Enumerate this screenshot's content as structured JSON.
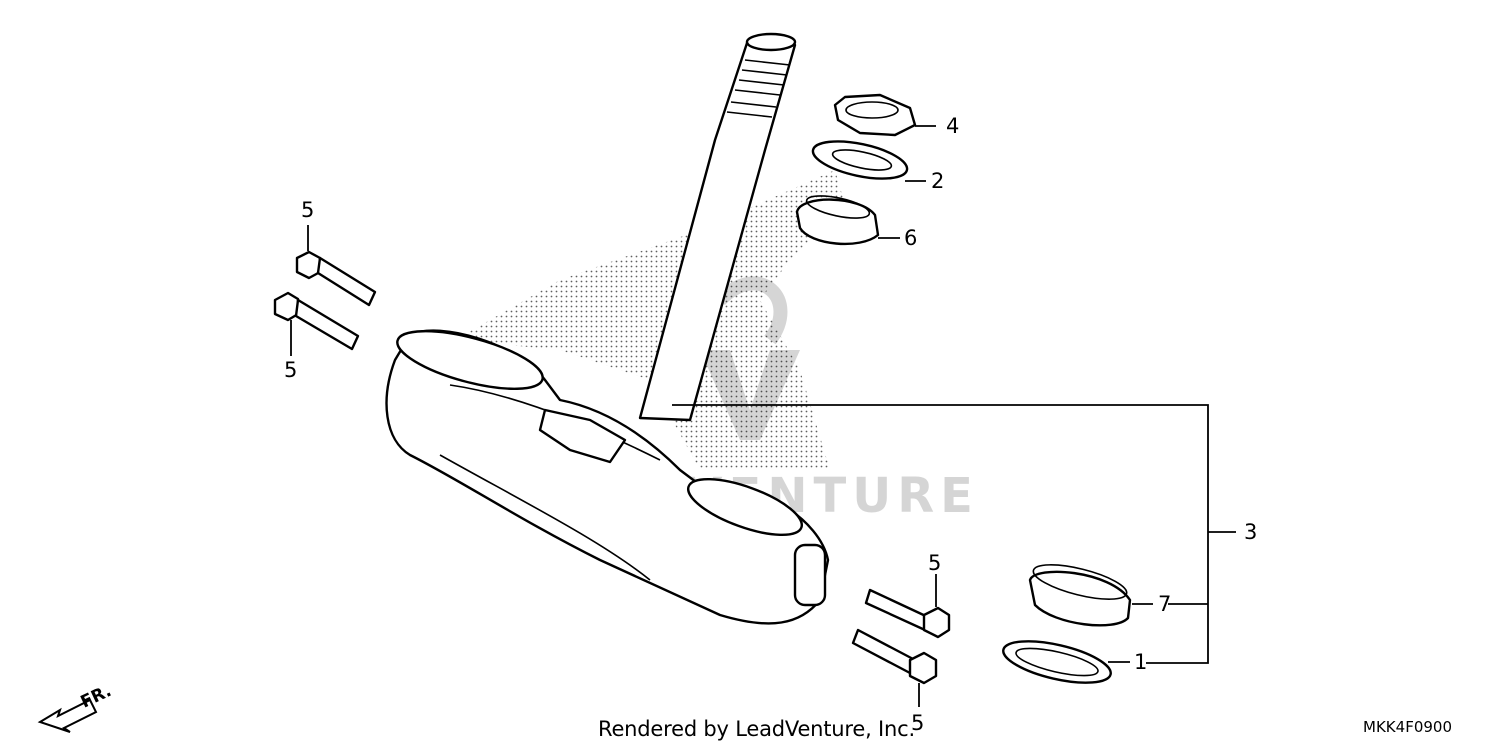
{
  "diagram": {
    "callouts": {
      "c1": "1",
      "c2": "2",
      "c3": "3",
      "c4": "4",
      "c5_top": "5",
      "c5_upper": "5",
      "c5_mid": "5",
      "c5_bottom": "5",
      "c6": "6",
      "c7": "7"
    },
    "watermark": "LEADVENTURE",
    "front_marker": "FR."
  },
  "footer": {
    "rendered_by": "Rendered by LeadVenture, Inc.",
    "diagram_code": "MKK4F0900"
  }
}
